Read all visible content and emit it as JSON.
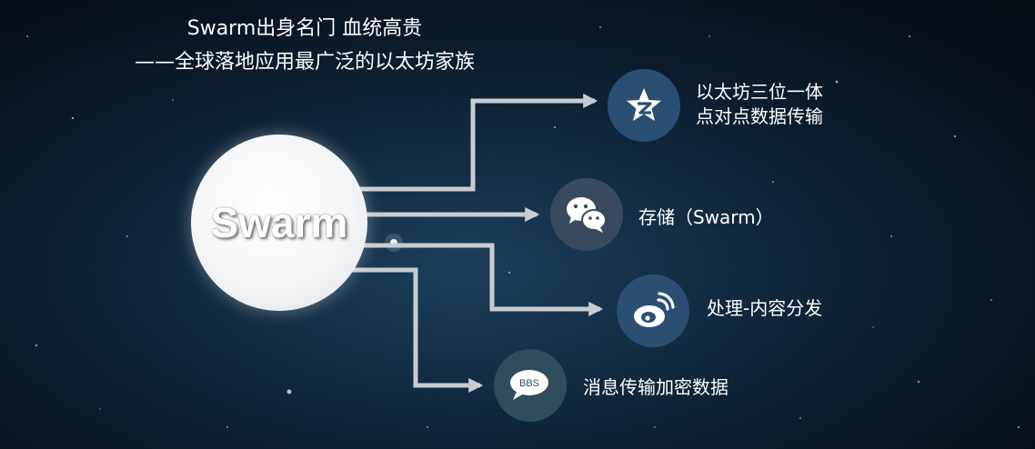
{
  "title": {
    "line1": "Swarm出身名门 血统高贵",
    "line2": "——全球落地应用最广泛的以太坊家族"
  },
  "center": {
    "label": "Swarm"
  },
  "branches": [
    {
      "icon": "qzone-icon",
      "lines": [
        "以太坊三位一体",
        "点对点数据传输"
      ]
    },
    {
      "icon": "wechat-icon",
      "lines": [
        "存储（Swarm）"
      ]
    },
    {
      "icon": "weibo-icon",
      "lines": [
        "处理-内容分发"
      ]
    },
    {
      "icon": "bbs-icon",
      "lines": [
        "消息传输加密数据"
      ],
      "icon_text": "BBS"
    }
  ],
  "colors": {
    "arrow": "#c8ccd2",
    "center_circle": "#f4f5f7"
  }
}
